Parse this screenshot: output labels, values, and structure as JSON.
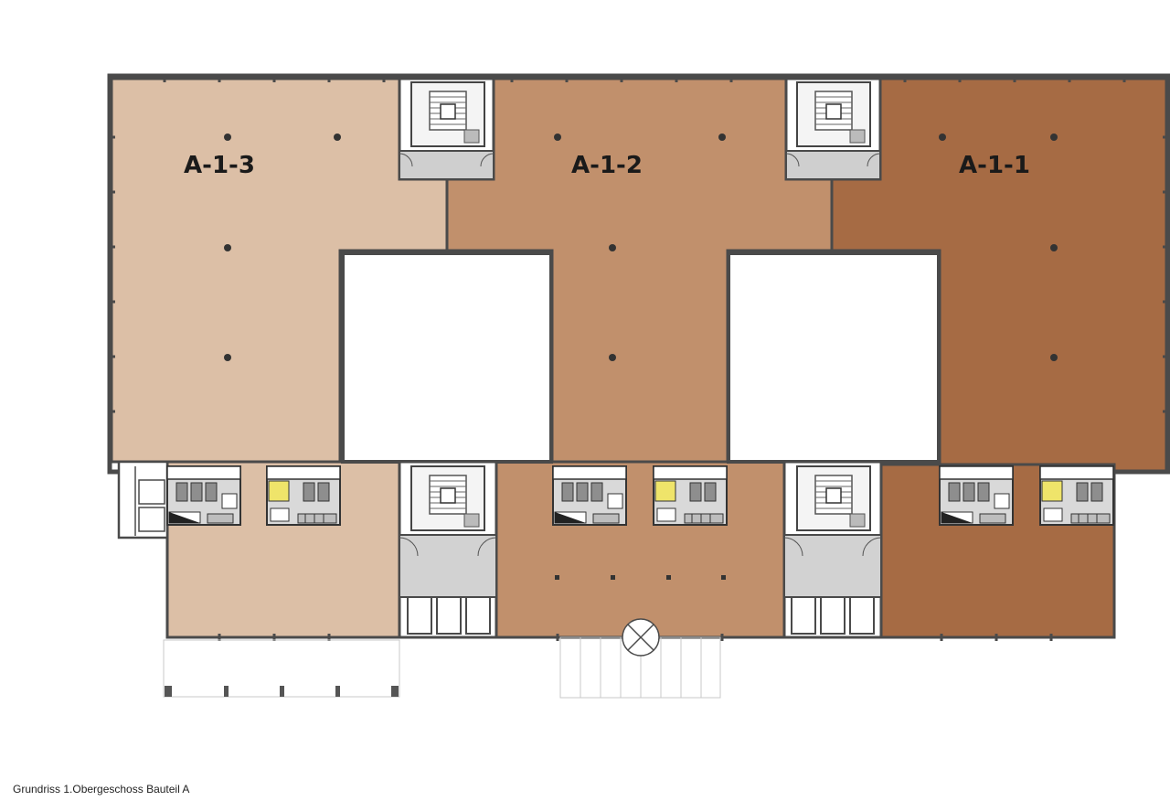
{
  "caption": "Grundriss 1.Obergeschoss Bauteil A",
  "colors": {
    "unit_a13": "#dcbfa6",
    "unit_a12": "#c1906c",
    "unit_a11": "#a66b44",
    "core_gray": "#cfcfcf",
    "wall": "#4a4a4a",
    "highlight_yellow": "#efe46a"
  },
  "units": [
    {
      "id": "a13",
      "label": "A-1-3"
    },
    {
      "id": "a12",
      "label": "A-1-2"
    },
    {
      "id": "a11",
      "label": "A-1-1"
    }
  ],
  "icons": [
    "column-dot-icon",
    "elevator-x-icon",
    "stair-icon",
    "door-swing-icon"
  ]
}
